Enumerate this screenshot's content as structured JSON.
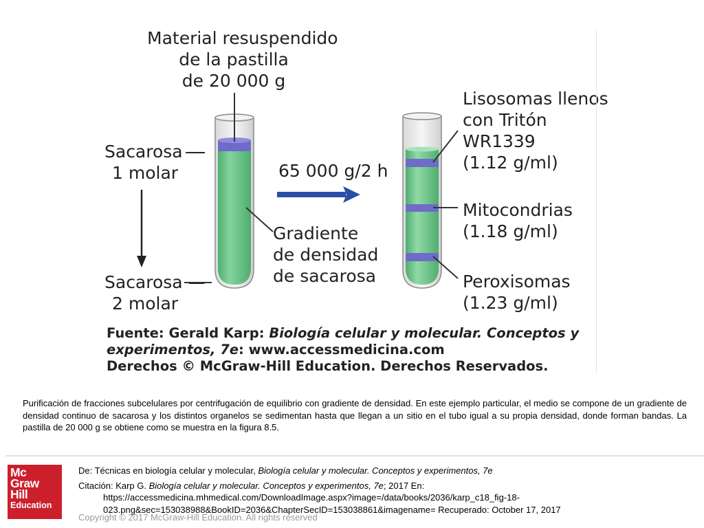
{
  "figure": {
    "top_label": [
      "Material resuspendido",
      "de la pastilla",
      "de 20 000 g"
    ],
    "sucrose_top": [
      "Sacarosa —",
      "1 molar"
    ],
    "sucrose_bottom": [
      "Sacarosa —",
      "2 molar"
    ],
    "centrifuge": "65 000 g/2 h",
    "gradient_label": [
      "Gradiente",
      "de densidad",
      "de sacarosa"
    ],
    "bands": [
      {
        "name_lines": [
          "Lisosomas llenos",
          "con Tritón",
          "WR1339"
        ],
        "density": "(1.12 g/ml)"
      },
      {
        "name_lines": [
          "Mitocondrias"
        ],
        "density": "(1.18 g/ml)"
      },
      {
        "name_lines": [
          "Peroxisomas"
        ],
        "density": "(1.23 g/ml)"
      }
    ],
    "source": {
      "prefix": "Fuente: Gerald Karp: ",
      "title_italic": "Biología celular y molecular. Conceptos y",
      "title_italic_2": "experimentos, 7e",
      "line2_rest": ": www.accessmedicina.com",
      "line3": "Derechos © McGraw-Hill Education. Derechos Reservados."
    },
    "colors": {
      "liquid": "#6cc489",
      "band": "#6f6bc9",
      "arrow": "#2b4fa6",
      "tube_outline": "#8a8a8a"
    }
  },
  "caption": "Purificación de fracciones subcelulares por centrifugación de equilibrio con gradiente de densidad. En este ejemplo particular, el medio se compone de un gradiente de densidad continuo de sacarosa y los distintos organelos se sedimentan hasta que llegan a un sitio en el tubo igual a su propia densidad, donde forman bandas. La pastilla de 20 000 g se obtiene como se muestra en la figura 8.5.",
  "logo": {
    "lines": [
      "Mc",
      "Graw",
      "Hill"
    ],
    "sub": "Education"
  },
  "reference": {
    "de_prefix": "De: Técnicas en biología celular y molecular, ",
    "de_title": "Biología celular y molecular. Conceptos y experimentos, 7e",
    "cit_prefix": "Citación: Karp G",
    "cit_dot": ". ",
    "cit_title": "Biología celular y molecular. Conceptos y experimentos, 7e",
    "cit_suffix": "; 2017 En:",
    "url_1": "https://accessmedicina.mhmedical.com/DownloadImage.aspx?image=/data/books/2036/karp_c18_fig-18-",
    "url_2": "023.png&sec=153038988&BookID=2036&ChapterSecID=153038861&imagename= Recuperado: October 17, 2017"
  },
  "copyright": "Copyright © 2017 McGraw-Hill Education. All rights reserved"
}
